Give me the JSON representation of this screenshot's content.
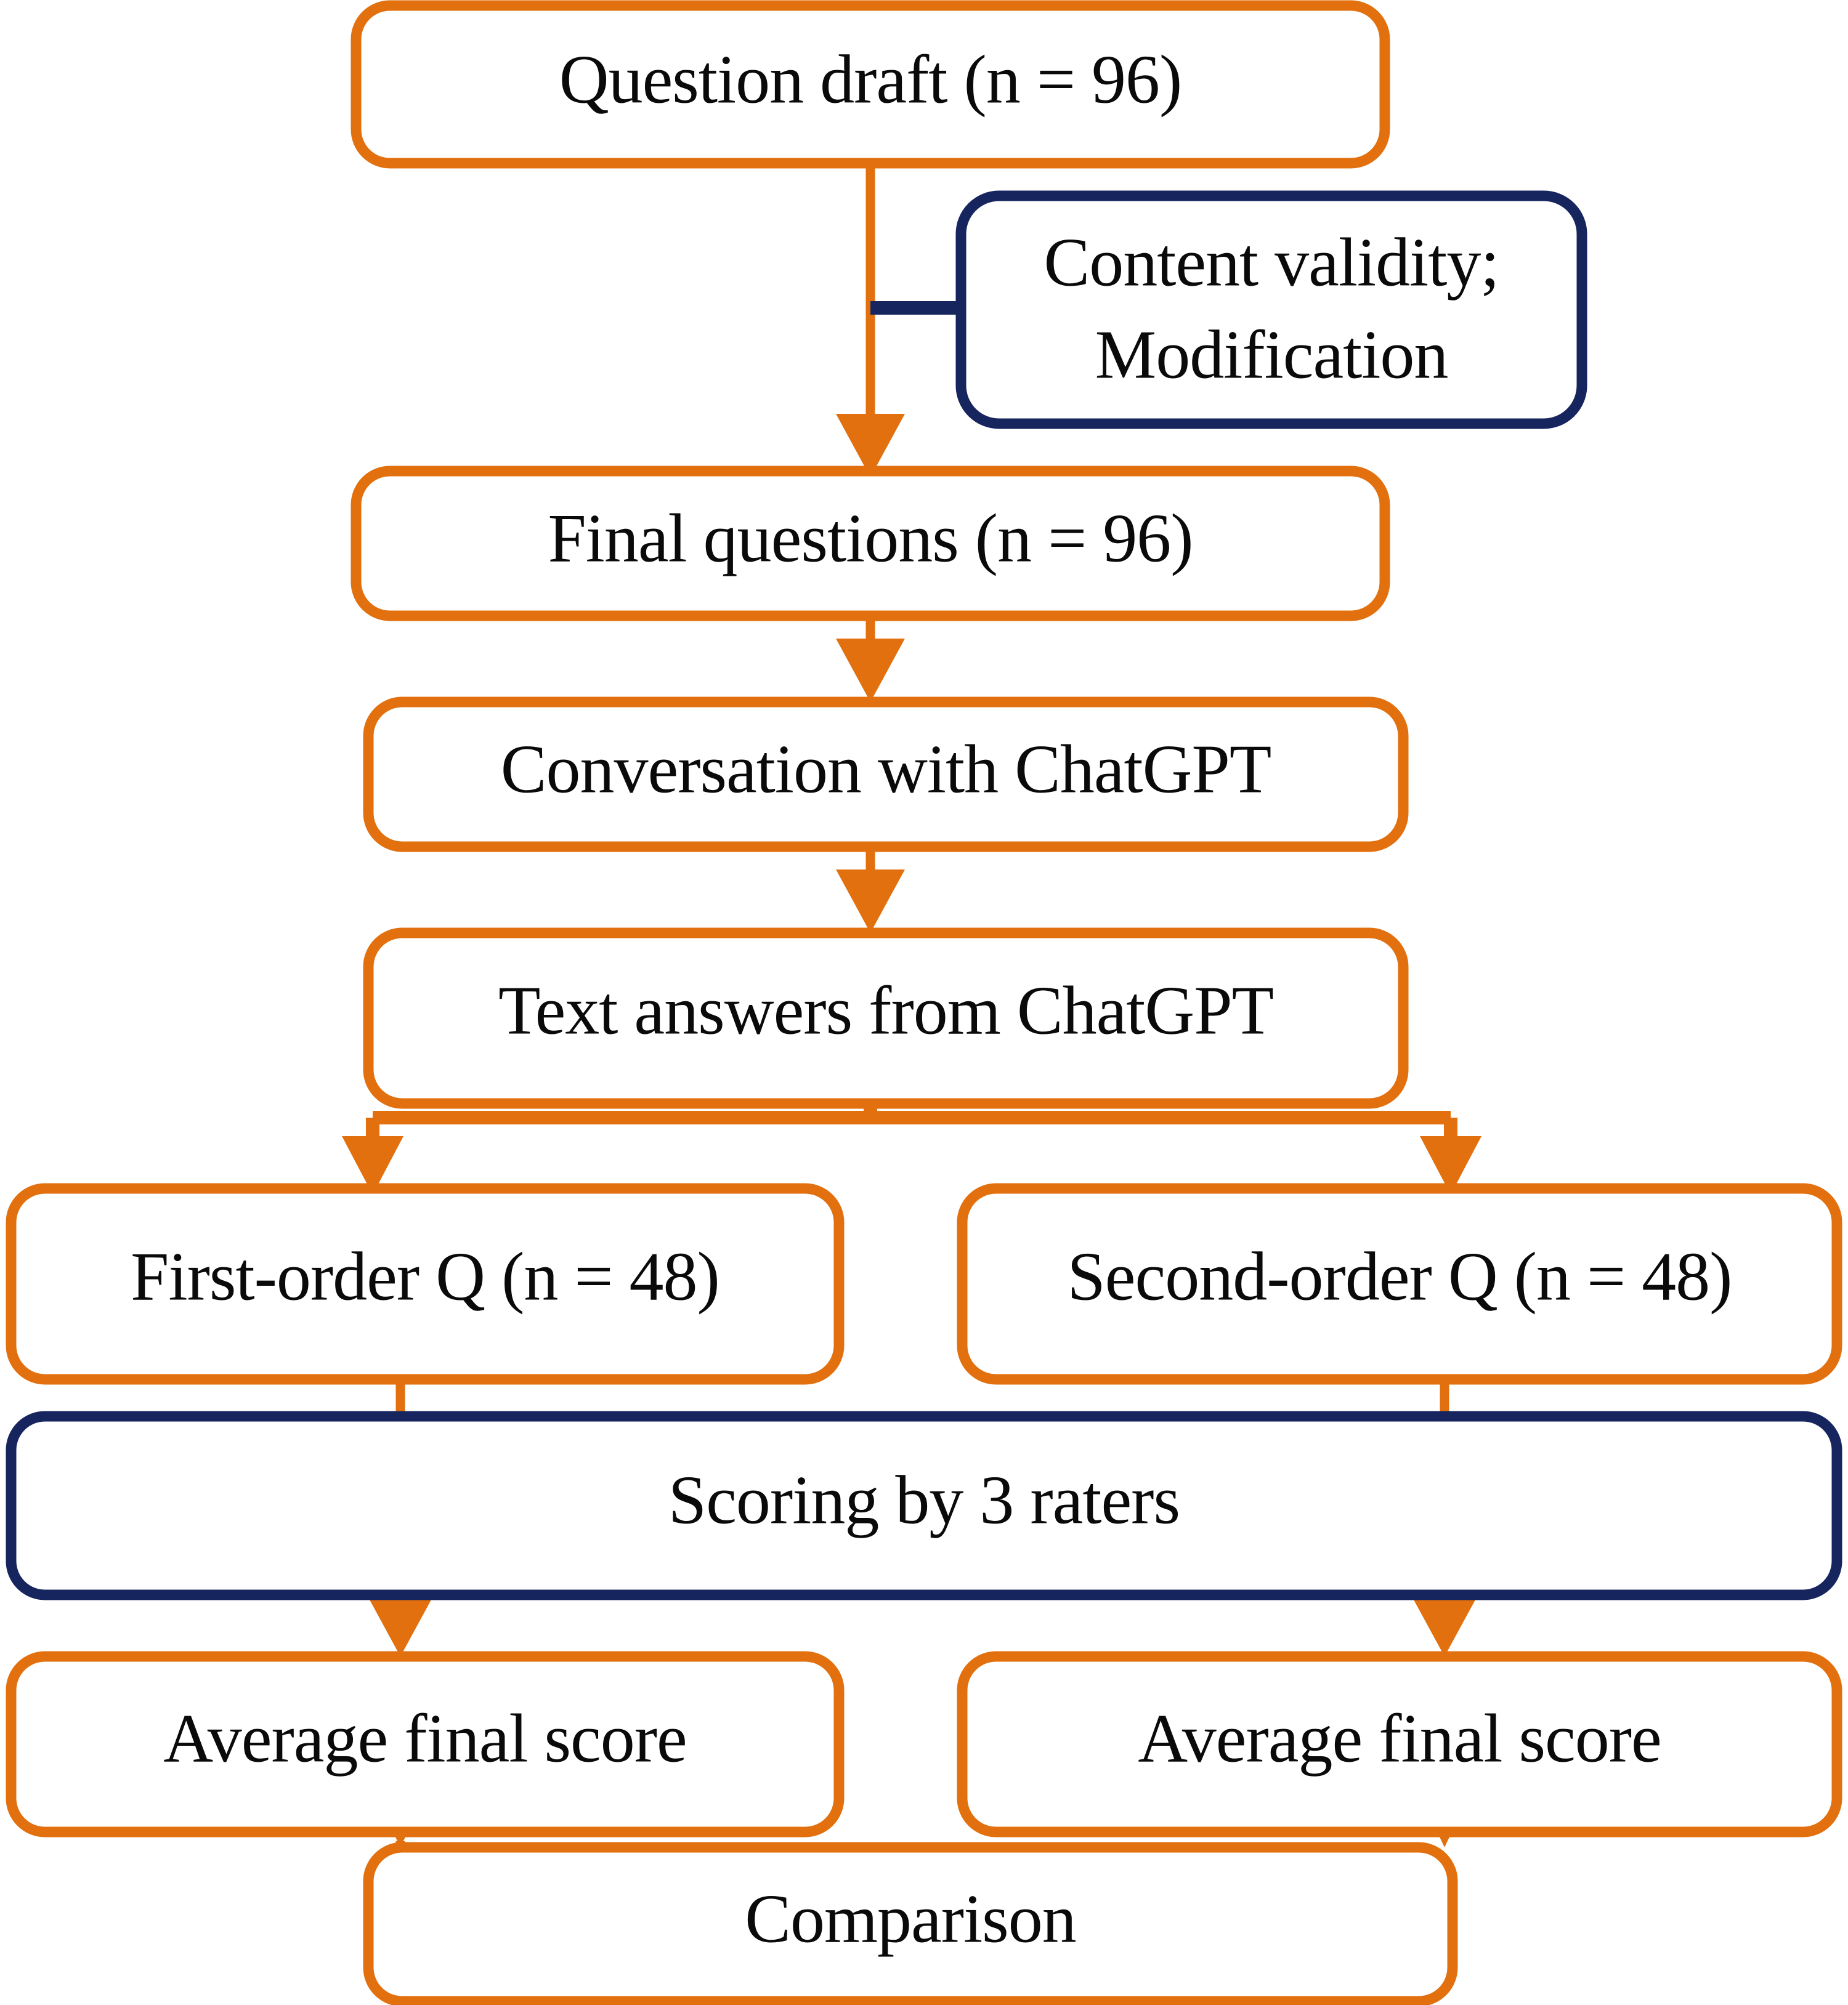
{
  "diagram": {
    "title": "Study flowchart",
    "colors": {
      "orange": "#E2700E",
      "navy": "#17255F",
      "box_fill": "#FFFFFF",
      "text": "#0A0A0A"
    },
    "nodes": {
      "question_draft": {
        "label": "Question draft (n = 96)",
        "border": "orange"
      },
      "content_validity": {
        "line1": "Content validity;",
        "line2": "Modification",
        "border": "navy"
      },
      "final_questions": {
        "label": "Final questions (n = 96)",
        "border": "orange"
      },
      "conversation": {
        "label": "Conversation with ChatGPT",
        "border": "orange"
      },
      "text_answers": {
        "label": "Text answers from ChatGPT",
        "border": "orange"
      },
      "first_order": {
        "label": "First-order Q (n = 48)",
        "border": "orange"
      },
      "second_order": {
        "label": "Second-order Q (n = 48)",
        "border": "orange"
      },
      "scoring": {
        "label": "Scoring by 3 raters",
        "border": "navy"
      },
      "avg_score_left": {
        "label": "Average final score",
        "border": "orange"
      },
      "avg_score_right": {
        "label": "Average final score",
        "border": "orange"
      },
      "comparison": {
        "label": "Comparison",
        "border": "orange"
      }
    },
    "connectors": [
      {
        "name": "draft-to-final",
        "from": "question_draft",
        "to": "final_questions",
        "color": "orange",
        "arrow": true
      },
      {
        "name": "validity-stub",
        "from": "draft-to-final",
        "to": "content_validity",
        "color": "navy",
        "arrow": false
      },
      {
        "name": "final-to-conversation",
        "from": "final_questions",
        "to": "conversation",
        "color": "orange",
        "arrow": true
      },
      {
        "name": "conversation-to-answers",
        "from": "conversation",
        "to": "text_answers",
        "color": "orange",
        "arrow": true
      },
      {
        "name": "answers-split-left",
        "from": "text_answers",
        "to": "first_order",
        "color": "orange",
        "arrow": true
      },
      {
        "name": "answers-split-right",
        "from": "text_answers",
        "to": "second_order",
        "color": "orange",
        "arrow": true
      },
      {
        "name": "first-order-to-scoring",
        "from": "first_order",
        "to": "scoring",
        "color": "orange",
        "arrow": false
      },
      {
        "name": "second-order-to-scoring",
        "from": "second_order",
        "to": "scoring",
        "color": "orange",
        "arrow": false
      },
      {
        "name": "scoring-to-avg-left",
        "from": "scoring",
        "to": "avg_score_left",
        "color": "orange",
        "arrow": true
      },
      {
        "name": "scoring-to-avg-right",
        "from": "scoring",
        "to": "avg_score_right",
        "color": "orange",
        "arrow": true
      },
      {
        "name": "avg-left-to-comparison",
        "from": "avg_score_left",
        "to": "comparison",
        "color": "orange",
        "arrow": true
      },
      {
        "name": "avg-right-to-comparison",
        "from": "avg_score_right",
        "to": "comparison",
        "color": "orange",
        "arrow": true
      }
    ]
  }
}
